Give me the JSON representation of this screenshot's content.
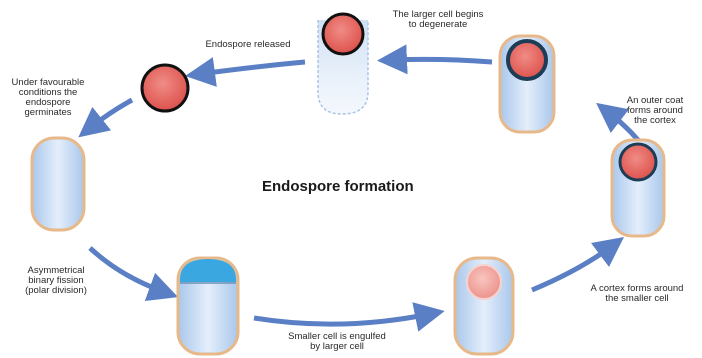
{
  "diagram": {
    "title": "Endospore formation",
    "labels": {
      "germinates": "Under favourable\nconditions the\nendospore\ngerminates",
      "released": "Endospore released",
      "degenerate": "The larger cell begins\nto degenerate",
      "outer_coat": "An outer coat\nforms around\nthe cortex",
      "cortex": "A cortex forms around\nthe smaller cell",
      "engulfed": "Smaller cell is engulfed\nby larger cell",
      "fission": "Asymmetrical\nbinary fission\n(polar division)"
    },
    "colors": {
      "arrow": "#5b7fc4",
      "cell_fill": "#cfe1f6",
      "cell_outline": "#e7b98a",
      "spore_red": "#e8635e",
      "spore_pink": "#f3a7a1",
      "coat": "#1d3d57",
      "polar_cap": "#3aa7e0"
    }
  }
}
